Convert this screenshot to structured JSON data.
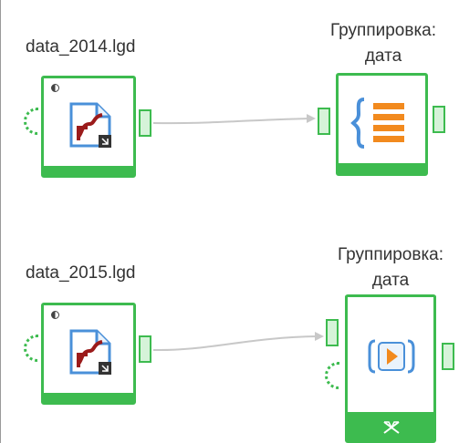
{
  "nodes": {
    "reader_2014": {
      "label": "data_2014.lgd",
      "icon": "file-reader-icon"
    },
    "group_1": {
      "label_line1": "Группировка:",
      "label_line2": "дата",
      "icon": "curly-brace-list-icon"
    },
    "reader_2015": {
      "label": "data_2015.lgd",
      "icon": "file-reader-icon"
    },
    "group_2": {
      "label_line1": "Группировка:",
      "label_line2": "дата",
      "icon": "play-frame-icon",
      "footer_icon": "hourglass-icon"
    }
  },
  "colors": {
    "node_border": "#3dbb4f",
    "port_fill": "#d6f3d9",
    "connector": "#c8c8c8",
    "accent_orange": "#f28a1e",
    "accent_blue": "#4a90d9",
    "reader_red": "#9b1b1b"
  }
}
